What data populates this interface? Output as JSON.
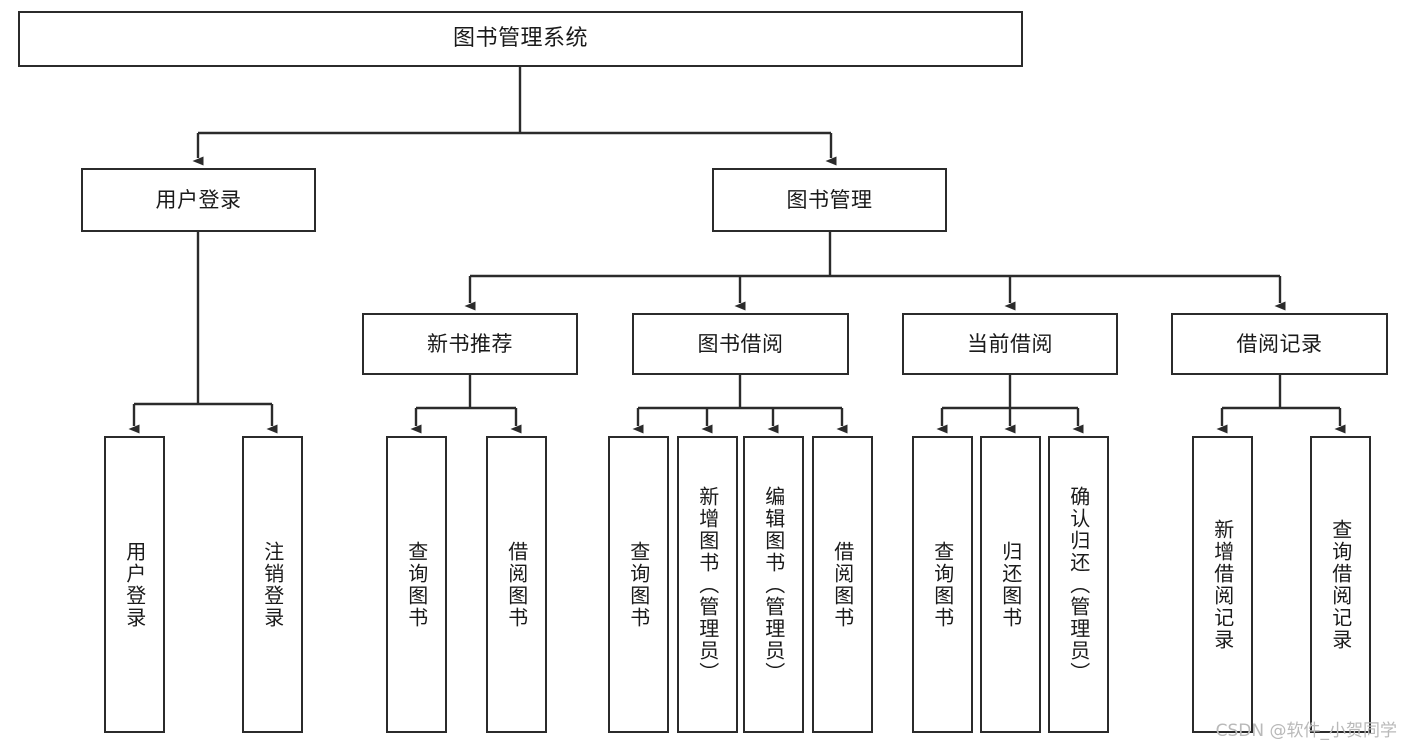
{
  "diagram": {
    "title": "图书管理系统",
    "type": "tree-hierarchy",
    "stroke_color": "#2b2b2b",
    "fill_color": "#ffffff",
    "text_color": "#1a1a1a"
  },
  "nodes": {
    "root": {
      "label": "图书管理系统"
    },
    "level2": [
      {
        "id": "user-login",
        "label": "用户登录"
      },
      {
        "id": "book-manage",
        "label": "图书管理"
      }
    ],
    "level3": [
      {
        "id": "new-book-recommend",
        "label": "新书推荐"
      },
      {
        "id": "book-borrow",
        "label": "图书借阅"
      },
      {
        "id": "current-borrow",
        "label": "当前借阅"
      },
      {
        "id": "borrow-record",
        "label": "借阅记录"
      }
    ],
    "leaves": {
      "user_login": [
        {
          "id": "leaf-user-login",
          "label": "用户登录"
        },
        {
          "id": "leaf-logout",
          "label": "注销登录"
        }
      ],
      "new_book_recommend": [
        {
          "id": "leaf-query-book-1",
          "label": "查询图书"
        },
        {
          "id": "leaf-borrow-book-1",
          "label": "借阅图书"
        }
      ],
      "book_borrow": [
        {
          "id": "leaf-query-book-2",
          "label": "查询图书"
        },
        {
          "id": "leaf-add-book",
          "label": "新增图书（管理员）"
        },
        {
          "id": "leaf-edit-book",
          "label": "编辑图书（管理员）"
        },
        {
          "id": "leaf-borrow-book-2",
          "label": "借阅图书"
        }
      ],
      "current_borrow": [
        {
          "id": "leaf-query-book-3",
          "label": "查询图书"
        },
        {
          "id": "leaf-return-book",
          "label": "归还图书"
        },
        {
          "id": "leaf-confirm-return",
          "label": "确认归还（管理员）"
        }
      ],
      "borrow_record": [
        {
          "id": "leaf-add-record",
          "label": "新增借阅记录"
        },
        {
          "id": "leaf-query-record",
          "label": "查询借阅记录"
        }
      ]
    }
  },
  "watermark": {
    "text": "CSDN @软件_小贺同学"
  }
}
